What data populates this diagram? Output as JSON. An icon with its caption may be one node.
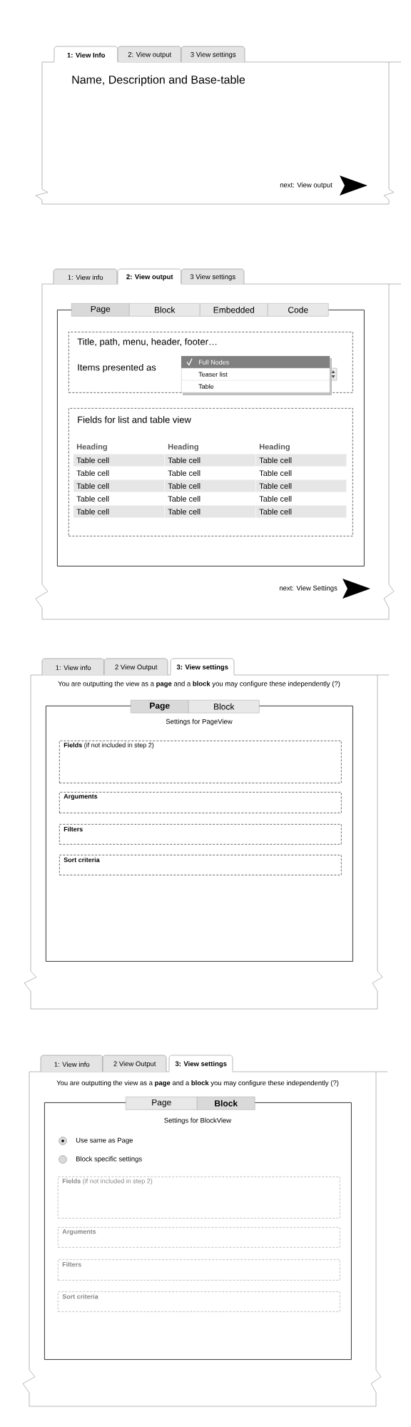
{
  "diagram": {
    "nodes": [
      {
        "text": [
          "1: View Info"
        ]
      },
      {
        "text": [
          "2: View output"
        ]
      },
      {
        "text": [
          "3 View settings"
        ]
      },
      {
        "text": [
          "Name, Description and Base-table",
          "next: View output"
        ]
      },
      {
        "text": [
          "1: View info"
        ]
      },
      {
        "text": [
          "2: View output"
        ]
      },
      {
        "text": [
          "3 View settings"
        ]
      },
      {
        "text": [
          "next: View Settings"
        ]
      },
      {
        "text": [],
        "shape": "box",
        "in": 7
      },
      {
        "text": [
          "Page"
        ],
        "in": 7
      },
      {
        "text": [
          "Block"
        ],
        "in": 7
      },
      {
        "text": [
          "Embedded"
        ],
        "in": 7
      },
      {
        "text": [
          "Code"
        ],
        "in": 7
      },
      {
        "text": [
          "Title, path, menu, header, footer…",
          "Items presented as"
        ],
        "in": 8
      },
      {
        "text": [
          "Full Nodes",
          "Teaser list",
          "Table"
        ],
        "in": 13
      },
      {
        "text": [
          "Fields for list and table view"
        ],
        "in": 8
      },
      {
        "text": [
          "1: View info"
        ]
      },
      {
        "text": [
          "2 View Output"
        ]
      },
      {
        "text": [
          "3: View settings"
        ]
      },
      {
        "text": [
          "You are outputting the view as a **page** and a **block** you may configure these independently (?)"
        ]
      },
      {
        "text": [
          "Settings for PageView"
        ],
        "in": 19
      },
      {
        "text": [
          "Page"
        ],
        "in": 19
      },
      {
        "text": [
          "Block"
        ],
        "in": 19
      },
      {
        "text": [
          "**Fields** (if not included in step 2)"
        ],
        "in": 20
      },
      {
        "text": [
          "Arguments"
        ],
        "in": 20
      },
      {
        "text": [
          "Filters"
        ],
        "in": 20
      },
      {
        "text": [
          "Sort criteria"
        ],
        "in": 20
      },
      {
        "text": [
          "1: View info"
        ]
      },
      {
        "text": [
          "2 View Output"
        ]
      },
      {
        "text": [
          "3: View settings"
        ]
      },
      {
        "text": [
          "You are outputting the view as a **page** and a **block** you may configure these independently (?)"
        ]
      },
      {
        "text": [
          "Settings for BlockView"
        ],
        "in": 30
      },
      {
        "text": [
          "Page"
        ],
        "in": 30
      },
      {
        "text": [
          "Block"
        ],
        "in": 30
      },
      {
        "text": [
          "Use same as Page"
        ],
        "in": 31
      },
      {
        "text": [
          "Block specific settings"
        ],
        "in": 31
      },
      {
        "text": [
          "**Fields** (if not included in step 2)"
        ],
        "in": 31
      },
      {
        "text": [
          "Arguments"
        ],
        "in": 31
      },
      {
        "text": [
          "Filters"
        ],
        "in": 31
      },
      {
        "text": [
          "Sort criteria"
        ],
        "in": 31
      }
    ],
    "labels": [
      "Heading",
      "Heading",
      "Heading",
      "Table cell",
      "Table cell",
      "Table cell",
      "Table cell",
      "Table cell",
      "Table cell",
      "Table cell",
      "Table cell",
      "Table cell",
      "Table cell",
      "Table cell",
      "Table cell",
      "Table cell",
      "Table cell",
      "Table cell"
    ]
  }
}
